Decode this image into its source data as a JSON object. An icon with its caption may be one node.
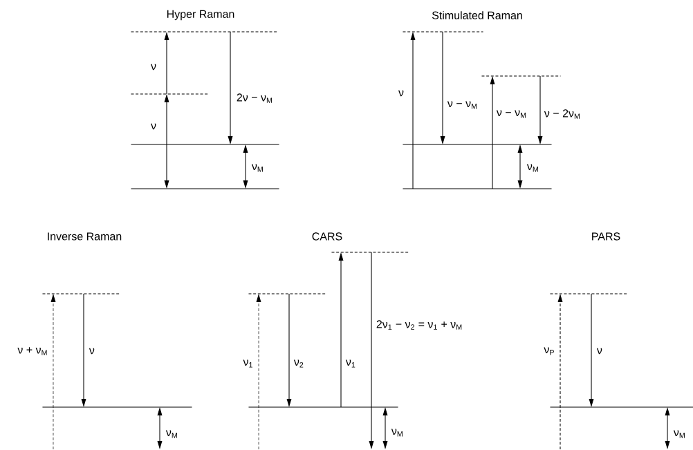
{
  "diagram": {
    "nodes": [
      {
        "text": [],
        "shape": "line"
      },
      {
        "text": [],
        "shape": "line"
      },
      {
        "text": [],
        "shape": "line"
      },
      {
        "text": [],
        "shape": "line"
      },
      {
        "text": [],
        "shape": "line"
      },
      {
        "text": [],
        "shape": "line"
      },
      {
        "text": [],
        "shape": "line"
      },
      {
        "text": [],
        "shape": "line"
      },
      {
        "text": [],
        "shape": "line"
      },
      {
        "text": [],
        "shape": "line"
      },
      {
        "text": [],
        "shape": "line"
      },
      {
        "text": [],
        "shape": "line"
      },
      {
        "text": [],
        "shape": "line"
      },
      {
        "text": [],
        "shape": "line"
      },
      {
        "text": [],
        "shape": "line"
      }
    ],
    "edges": [
      {
        "from": 3,
        "to": 1,
        "arrow": "both",
        "label": "ν"
      },
      {
        "from": 1,
        "to": 0,
        "arrow": "to",
        "label": "ν"
      },
      {
        "from": 0,
        "to": 2,
        "arrow": "to",
        "label": "2ν − ν$_{M}$"
      },
      {
        "from": 2,
        "to": 3,
        "arrow": "both",
        "label": "ν$_{M}$"
      },
      {
        "from": 7,
        "to": 4,
        "arrow": "to",
        "label": "ν"
      },
      {
        "from": 4,
        "to": 6,
        "arrow": "to",
        "label": "ν − ν$_{M}$"
      },
      {
        "from": 7,
        "to": 5,
        "arrow": "to",
        "label": "ν − ν$_{M}$"
      },
      {
        "from": 5,
        "to": 6,
        "arrow": "to",
        "label": "ν − 2ν$_{M}$"
      },
      {
        "from": 6,
        "to": 7,
        "arrow": "both",
        "label": "ν$_{M}$"
      },
      {
        "from": null,
        "to": 8,
        "arrow": "to",
        "label": "ν + ν$_{M}$",
        "style": "dashed"
      },
      {
        "from": 8,
        "to": 9,
        "arrow": "to",
        "label": "ν"
      },
      {
        "from": 9,
        "to": null,
        "arrow": "both",
        "label": "ν$_{M}$"
      },
      {
        "from": null,
        "to": 10,
        "arrow": "to",
        "label": "ν$_{1}$",
        "style": "dashed"
      },
      {
        "from": 10,
        "to": 12,
        "arrow": "to",
        "label": "ν$_{2}$"
      },
      {
        "from": 12,
        "to": 11,
        "arrow": "to",
        "label": "ν$_{1}$"
      },
      {
        "from": 11,
        "to": null,
        "arrow": "to",
        "label": "2ν$_{1}$ − ν$_{2}$ = ν$_{1}$ + ν$_{M}$"
      },
      {
        "from": 12,
        "to": null,
        "arrow": "both",
        "label": "ν$_{M}$"
      },
      {
        "from": null,
        "to": 13,
        "arrow": "to",
        "label": "ν$_{P}$",
        "style": "dashed"
      },
      {
        "from": 13,
        "to": 14,
        "arrow": "to",
        "label": "ν"
      },
      {
        "from": 14,
        "to": null,
        "arrow": "both",
        "label": "ν$_{M}$"
      }
    ],
    "labels": [
      "Hyper Raman",
      "Stimulated Raman",
      "Inverse Raman",
      "CARS",
      "PARS"
    ]
  }
}
